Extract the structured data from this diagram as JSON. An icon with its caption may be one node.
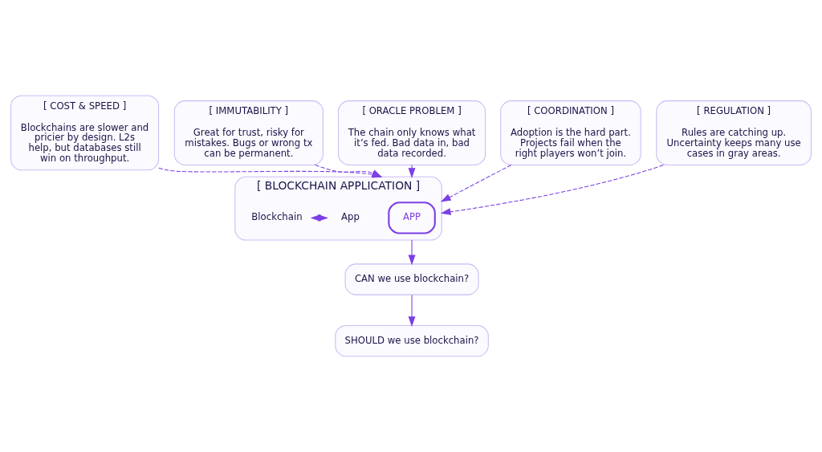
{
  "diagram": {
    "nodes": [
      {
        "text": [
          "[ COST & SPEED ]",
          "Blockchains are slower and pricier by design. L2s help, but databases still win on throughput."
        ]
      },
      {
        "text": [
          "[ IMMUTABILITY ]",
          "Great for trust, risky for mistakes. Bugs or wrong tx can be permanent."
        ]
      },
      {
        "text": [
          "[ ORACLE PROBLEM ]",
          "The chain only knows what it’s fed. Bad data in, bad data recorded."
        ]
      },
      {
        "text": [
          "[ COORDINATION ]",
          "Adoption is the hard part. Projects fail when the right players won’t join."
        ]
      },
      {
        "text": [
          "[ REGULATION ]",
          "Rules are catching up. Uncertainty keeps many use cases in gray areas."
        ]
      },
      {
        "text": [
          "[ BLOCKCHAIN APPLICATION ]"
        ]
      },
      {
        "text": [
          "APP"
        ],
        "in": 5
      },
      {
        "text": [
          "App"
        ],
        "in": 5
      },
      {
        "text": [
          "Blockchain"
        ],
        "in": 5
      },
      {
        "text": [
          "CAN we use blockchain?"
        ]
      },
      {
        "text": [
          "SHOULD we use blockchain?"
        ]
      }
    ],
    "edges": [
      {
        "from": 0,
        "to": 5,
        "arrow": "to",
        "style": "dashed"
      },
      {
        "from": 1,
        "to": 5,
        "arrow": "to",
        "style": "dashed"
      },
      {
        "from": 2,
        "to": 5,
        "arrow": "to",
        "style": "dashed"
      },
      {
        "from": 3,
        "to": 5,
        "arrow": "to",
        "style": "dashed"
      },
      {
        "from": 4,
        "to": 5,
        "arrow": "to",
        "style": "dashed"
      },
      {
        "from": 7,
        "to": 8,
        "arrow": "both"
      },
      {
        "from": 5,
        "to": 9,
        "arrow": "to"
      },
      {
        "from": 9,
        "to": 10,
        "arrow": "to"
      }
    ]
  }
}
